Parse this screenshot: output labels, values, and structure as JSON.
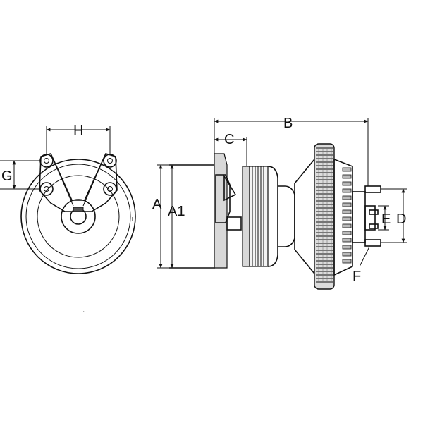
{
  "front_view": {
    "labels": {
      "h": "H",
      "g": "G"
    }
  },
  "side_view": {
    "labels": {
      "a": "A",
      "a1": "A1",
      "b": "B",
      "c": "C",
      "d": "D",
      "e": "E",
      "f": "F"
    }
  }
}
